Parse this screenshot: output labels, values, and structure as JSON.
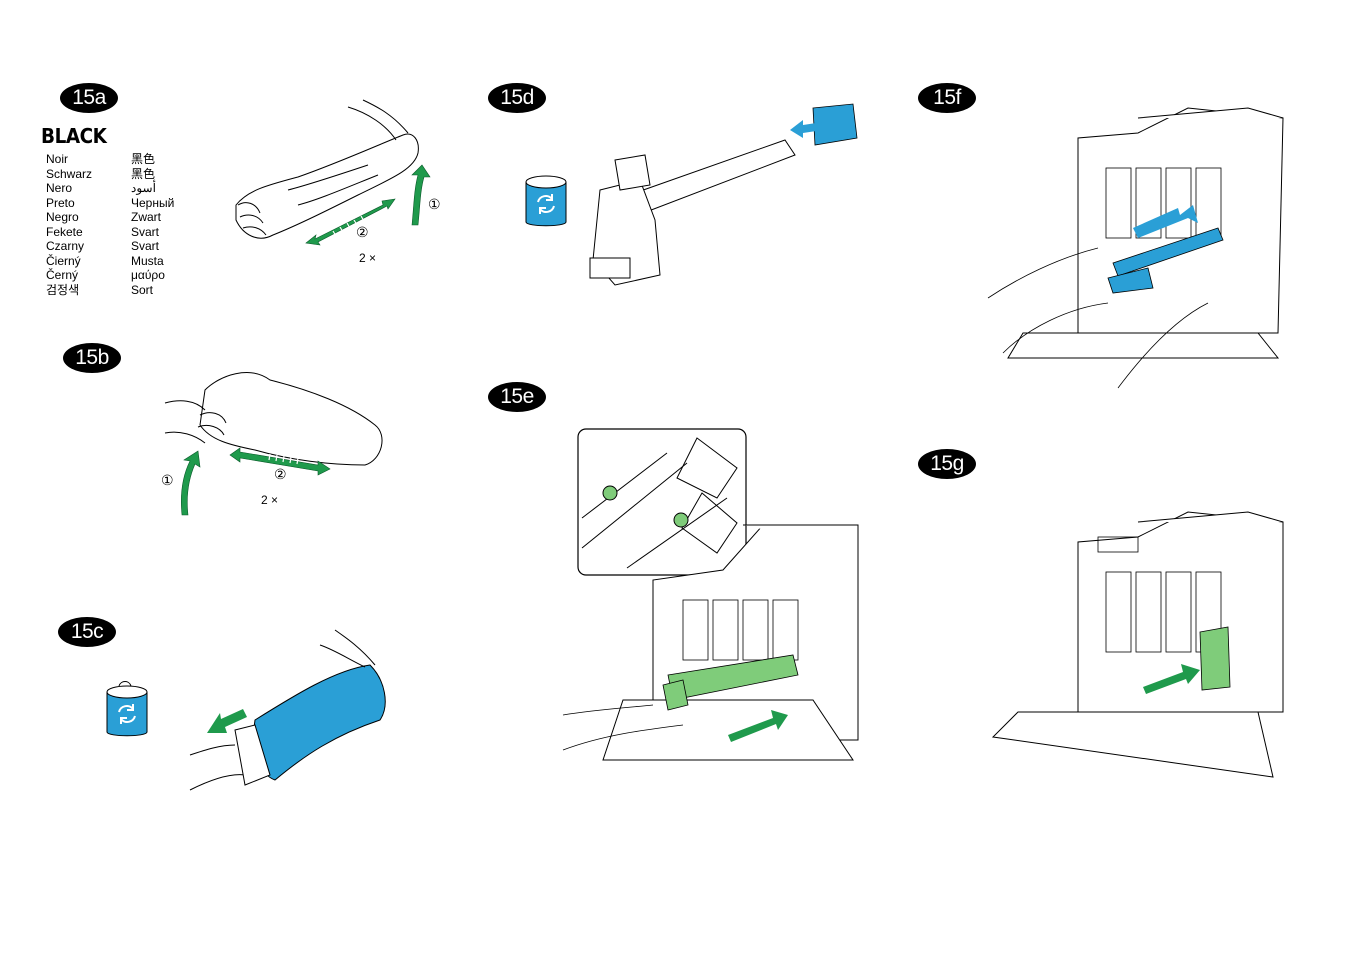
{
  "steps": {
    "a": "15a",
    "b": "15b",
    "c": "15c",
    "d": "15d",
    "e": "15e",
    "f": "15f",
    "g": "15g"
  },
  "black_label": {
    "title": "BLACK",
    "left_column": [
      "Noir",
      "Schwarz",
      "Nero",
      "Preto",
      "Negro",
      "Fekete",
      "Czarny",
      "Čierný",
      "Černý",
      "검정색"
    ],
    "right_column": [
      "黑色",
      "黑色",
      "أسود",
      "Черный",
      "Zwart",
      "Svart",
      "Svart",
      "Musta",
      "μαύρο",
      "Sort"
    ]
  },
  "shake_instructions": {
    "step1_marker": "①",
    "step2_marker": "②",
    "repeat": "2 ×"
  },
  "colors": {
    "green": "#1f9a4c",
    "blue": "#2a9fd6",
    "light_green": "#7fcc7a",
    "line": "#000000"
  }
}
